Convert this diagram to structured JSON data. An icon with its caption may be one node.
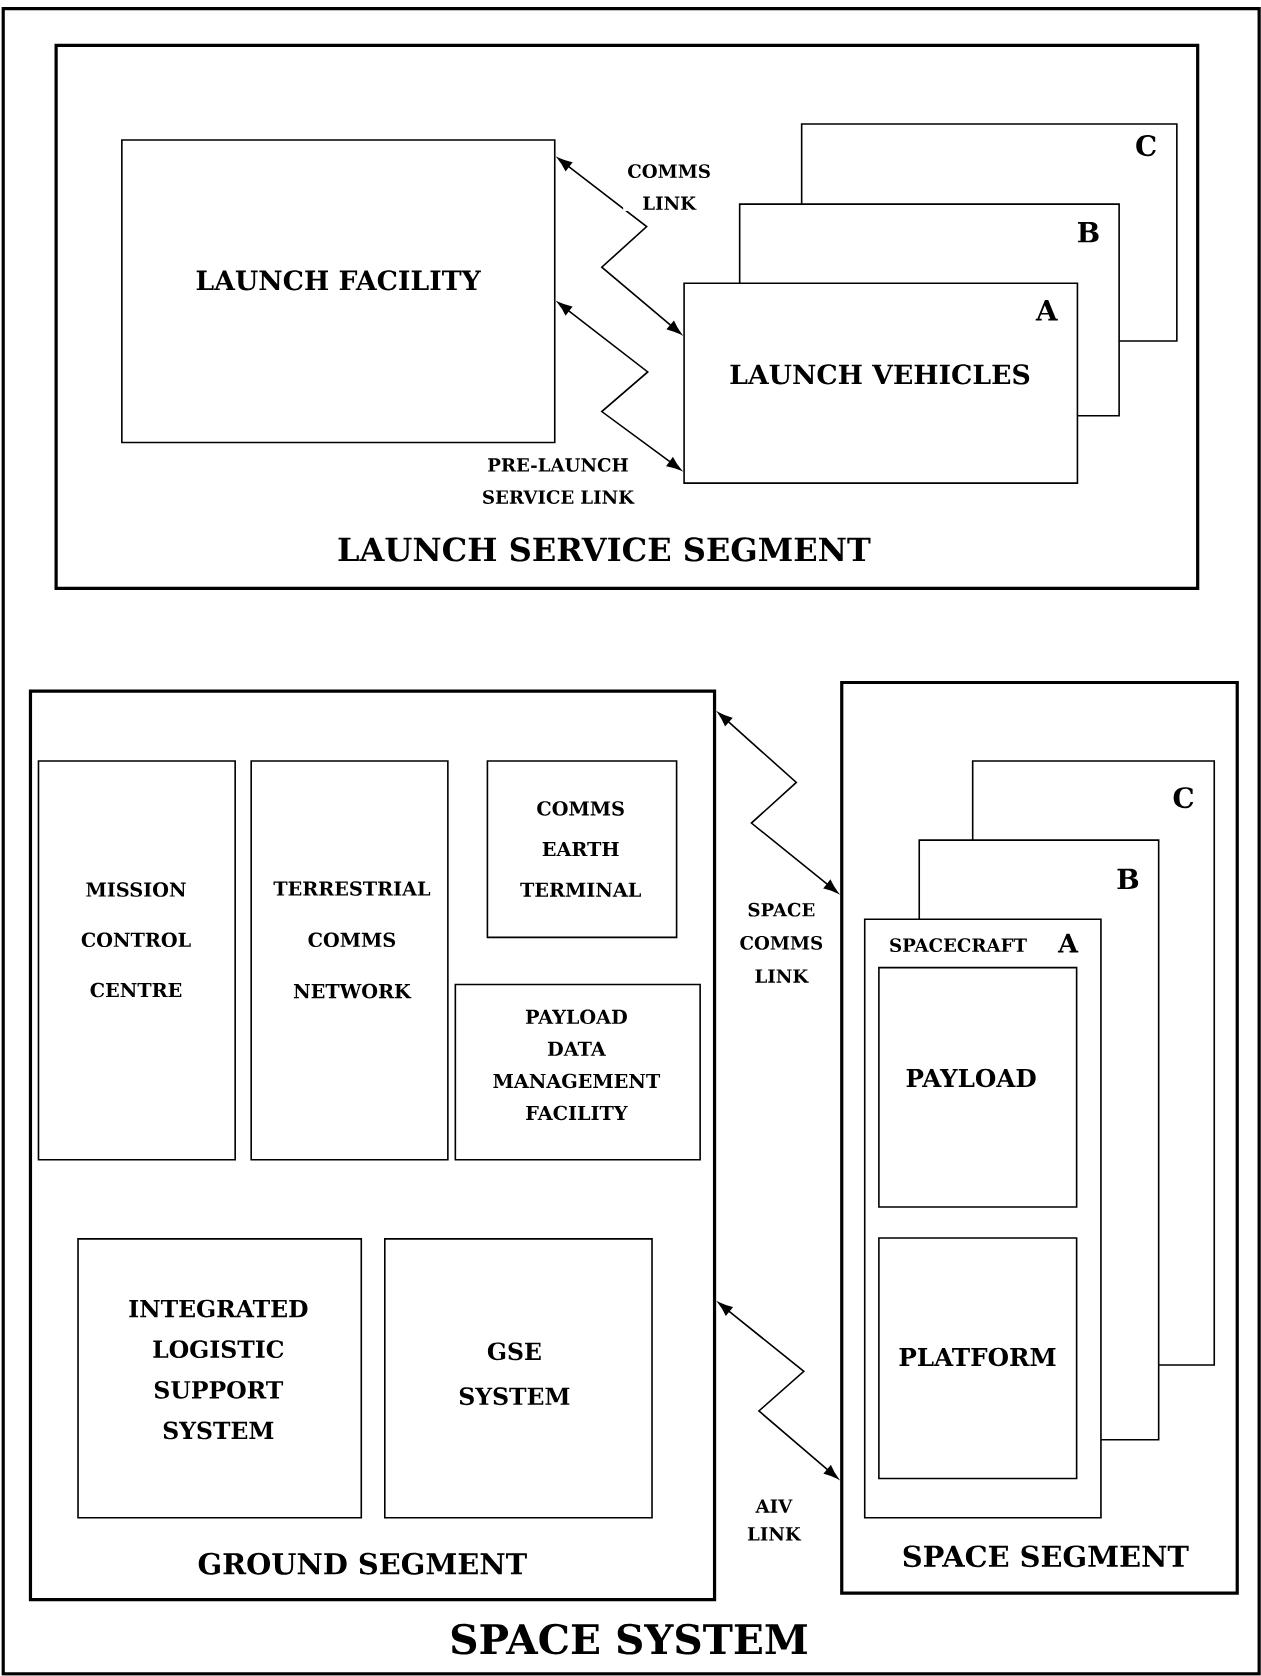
{
  "diagram": {
    "nodes": [
      {
        "text": [
          "SPACE SYSTEM"
        ]
      },
      {
        "text": [
          "LAUNCH SERVICE SEGMENT"
        ],
        "in": 0
      },
      {
        "text": [
          "LAUNCH FACILITY"
        ],
        "in": 1
      },
      {
        "text": [
          "A",
          "LAUNCH VEHICLES"
        ],
        "in": 1
      },
      {
        "text": [
          "B"
        ],
        "in": 1
      },
      {
        "text": [
          "C"
        ],
        "in": 1
      },
      {
        "text": [
          "GROUND SEGMENT"
        ],
        "in": 0
      },
      {
        "text": [
          "MISSION CONTROL CENTRE"
        ],
        "in": 6
      },
      {
        "text": [
          "TERRESTRIAL COMMS NETWORK"
        ],
        "in": 6
      },
      {
        "text": [
          "COMMS EARTH TERMINAL"
        ],
        "in": 6
      },
      {
        "text": [
          "PAYLOAD DATA MANAGEMENT FACILITY"
        ],
        "in": 6
      },
      {
        "text": [
          "INTEGRATED LOGISTIC SUPPORT SYSTEM"
        ],
        "in": 6
      },
      {
        "text": [
          "GSE SYSTEM"
        ],
        "in": 6
      },
      {
        "text": [
          "SPACE SEGMENT"
        ],
        "in": 0
      },
      {
        "text": [
          "SPACECRAFT",
          "A"
        ],
        "in": 13
      },
      {
        "text": [
          "B"
        ],
        "in": 13
      },
      {
        "text": [
          "C"
        ],
        "in": 13
      },
      {
        "text": [
          "PAYLOAD"
        ],
        "in": 14
      },
      {
        "text": [
          "PLATFORM"
        ],
        "in": 14
      }
    ],
    "edges": [
      {
        "from": 2,
        "to": 3,
        "arrow": "both",
        "label": "COMMS LINK"
      },
      {
        "from": 2,
        "to": 3,
        "arrow": "both",
        "label": "PRE-LAUNCH SERVICE LINK"
      },
      {
        "from": 6,
        "to": 13,
        "arrow": "both",
        "label": "SPACE COMMS LINK"
      },
      {
        "from": 6,
        "to": 13,
        "arrow": "both",
        "label": "AIV LINK"
      }
    ]
  }
}
